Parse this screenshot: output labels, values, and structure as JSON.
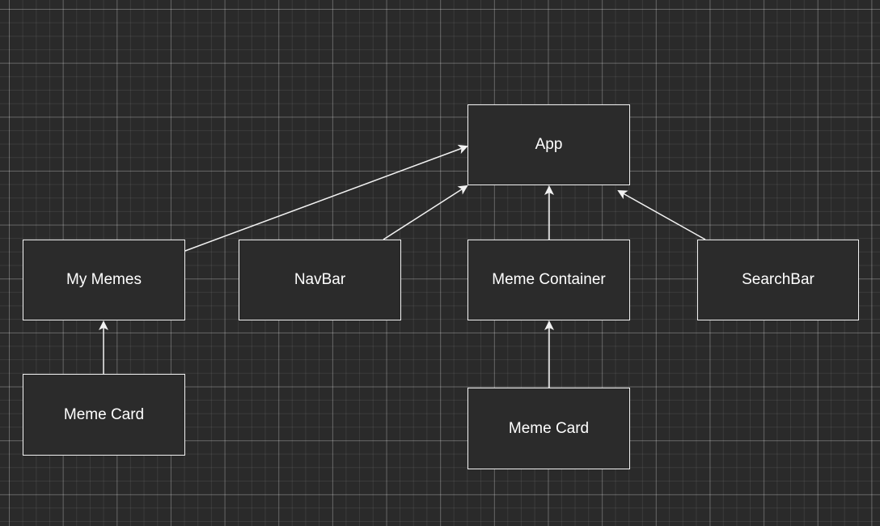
{
  "diagram": {
    "background_color": "#2a2a2a",
    "stroke_color": "#f2f2f2",
    "text_color": "#ffffff",
    "nodes": {
      "app": "App",
      "my_memes": "My Memes",
      "navbar": "NavBar",
      "meme_container": "Meme Container",
      "searchbar": "SearchBar",
      "meme_card_left": "Meme Card",
      "meme_card_right": "Meme Card"
    },
    "edges": [
      {
        "from": "my_memes",
        "to": "app"
      },
      {
        "from": "navbar",
        "to": "app"
      },
      {
        "from": "meme_container",
        "to": "app"
      },
      {
        "from": "searchbar",
        "to": "app"
      },
      {
        "from": "meme_card_left",
        "to": "my_memes"
      },
      {
        "from": "meme_card_right",
        "to": "meme_container"
      }
    ]
  }
}
